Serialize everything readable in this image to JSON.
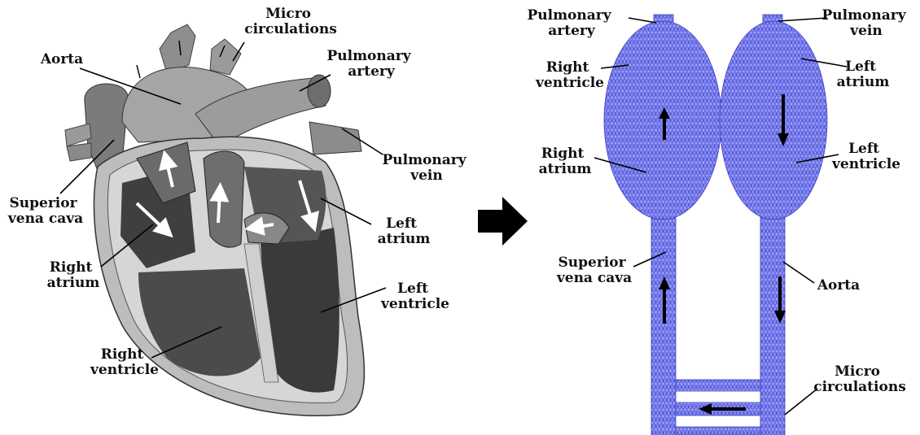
{
  "left_diagram": {
    "labels": {
      "micro_circulations": [
        "Micro",
        "circulations"
      ],
      "aorta": [
        "Aorta"
      ],
      "pulmonary_artery": [
        "Pulmonary",
        "artery"
      ],
      "pulmonary_vein": [
        "Pulmonary",
        "vein"
      ],
      "superior_vena_cava": [
        "Superior",
        "vena cava"
      ],
      "left_atrium": [
        "Left",
        "atrium"
      ],
      "right_atrium": [
        "Right",
        "atrium"
      ],
      "left_ventricle": [
        "Left",
        "ventricle"
      ],
      "right_ventricle": [
        "Right",
        "ventricle"
      ]
    }
  },
  "right_diagram": {
    "labels": {
      "pulmonary_artery": [
        "Pulmonary",
        "artery"
      ],
      "pulmonary_vein": [
        "Pulmonary",
        "vein"
      ],
      "right_ventricle": [
        "Right",
        "ventricle"
      ],
      "left_atrium": [
        "Left",
        "atrium"
      ],
      "right_atrium": [
        "Right",
        "atrium"
      ],
      "left_ventricle": [
        "Left",
        "ventricle"
      ],
      "superior_vena_cava": [
        "Superior",
        "vena cava"
      ],
      "aorta": [
        "Aorta"
      ],
      "micro_circulations": [
        "Micro",
        "circulations"
      ]
    }
  },
  "colors": {
    "mesh_fill": "#5a5fe0",
    "mesh_line": "#c9cbff",
    "heart_dark": "#4a4a4a",
    "heart_mid": "#8e8e8e",
    "heart_light": "#c9c9c9"
  }
}
